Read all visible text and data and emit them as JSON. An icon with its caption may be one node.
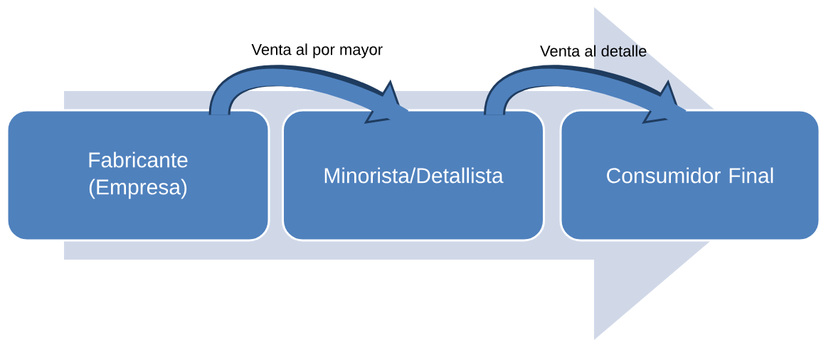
{
  "diagram": {
    "nodes": [
      {
        "text": [
          "Fabricante (Empresa)"
        ]
      },
      {
        "text": [
          "Minorista/Detallista"
        ]
      },
      {
        "text": [
          "Consumidor Final"
        ]
      }
    ],
    "edges": [
      {
        "from": 0,
        "to": 1,
        "arrow": "to",
        "label": "Venta al por mayor"
      },
      {
        "from": 1,
        "to": 2,
        "arrow": "to",
        "label": "Venta al detalle"
      },
      {
        "from": 0,
        "to": 2,
        "arrow": "to",
        "style": "thick",
        "color": "#d0d8e8"
      }
    ]
  }
}
